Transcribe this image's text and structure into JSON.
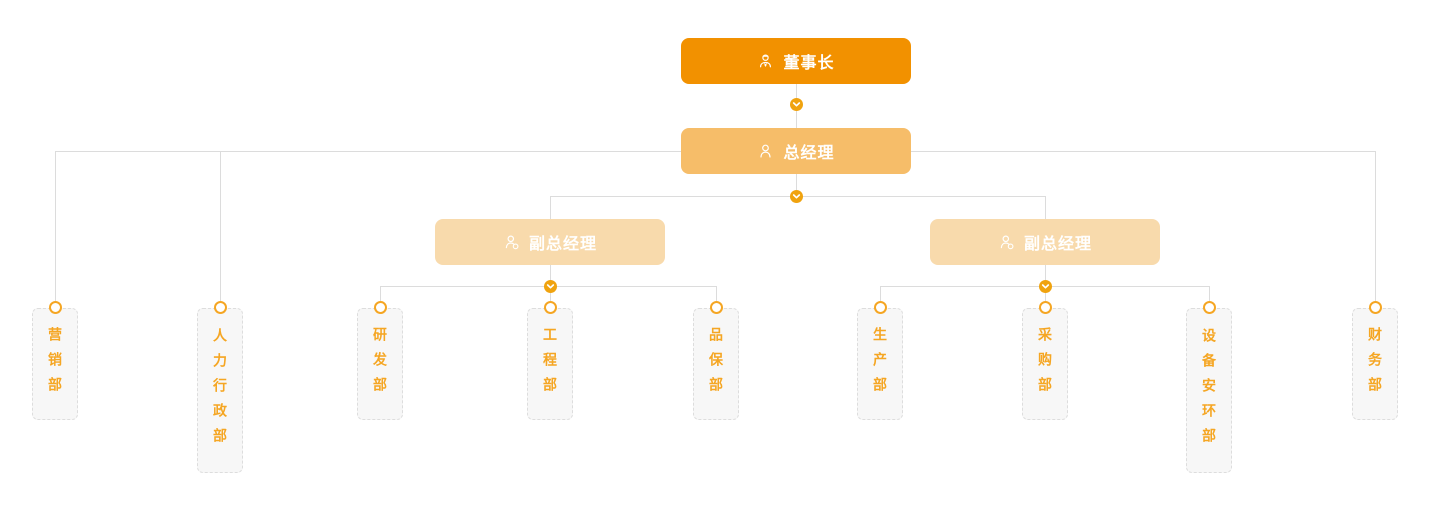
{
  "org_chart": {
    "nodes": {
      "chairman": {
        "label": "董事长",
        "icon": "user-tie-icon"
      },
      "general_manager": {
        "label": "总经理",
        "icon": "user-icon"
      },
      "deputy_left": {
        "label": "副总经理",
        "icon": "user-badge-icon"
      },
      "deputy_right": {
        "label": "副总经理",
        "icon": "user-badge-icon"
      }
    },
    "departments": [
      {
        "id": "marketing",
        "label": "营销部"
      },
      {
        "id": "hr-admin",
        "label": "人力行政部"
      },
      {
        "id": "research-development",
        "label": "研发部"
      },
      {
        "id": "engineering",
        "label": "工程部"
      },
      {
        "id": "quality-assurance",
        "label": "品保部"
      },
      {
        "id": "production",
        "label": "生产部"
      },
      {
        "id": "purchasing",
        "label": "采购部"
      },
      {
        "id": "equipment-safety-env",
        "label": "设备安环部"
      },
      {
        "id": "finance",
        "label": "财务部"
      }
    ],
    "colors": {
      "chairman_bg": "#f29100",
      "general_manager_bg": "#f6bd69",
      "deputy_manager_bg": "#f8daac",
      "node_text": "#ffffff",
      "connector_line": "#dcdcdc",
      "junction_dot": "#f0a30f",
      "department_text": "#f5a623",
      "department_dot_border": "#f5a623",
      "department_bg": "#f7f7f7",
      "department_border": "#dddddd",
      "page_bg": "#ffffff"
    }
  }
}
